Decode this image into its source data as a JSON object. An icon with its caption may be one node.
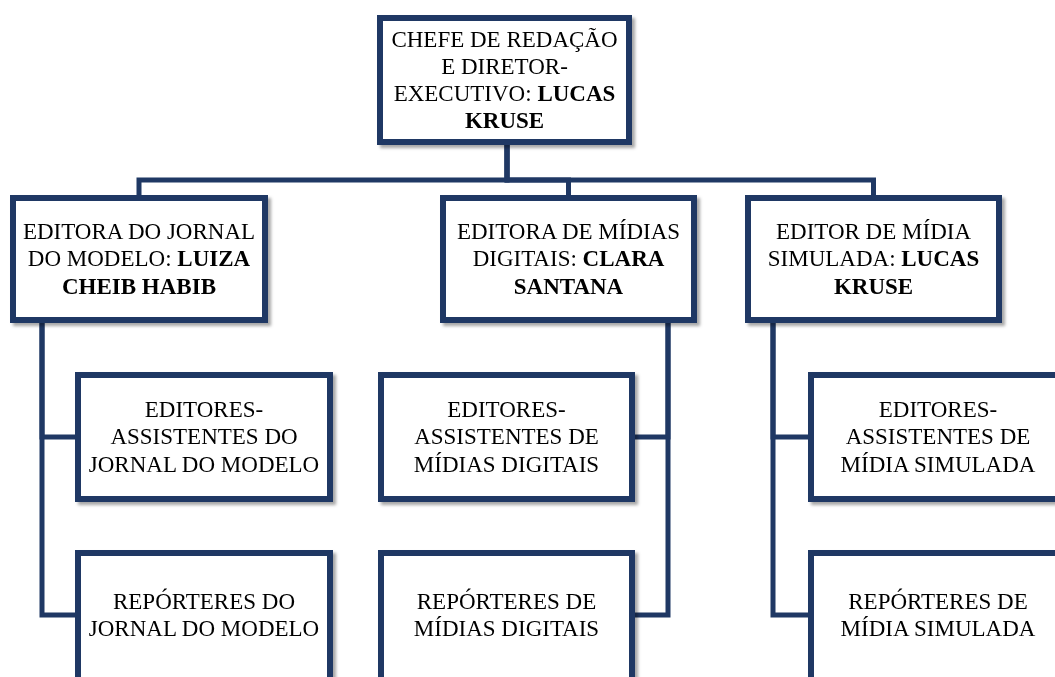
{
  "diagram": {
    "nodes": [
      {
        "text": [
          "CHEFE DE REDAÇÃO E DIRETOR-EXECUTIVO: **LUCAS KRUSE**"
        ]
      },
      {
        "text": [
          "EDITORA DO JORNAL DO MODELO: **LUIZA CHEIB HABIB**"
        ]
      },
      {
        "text": [
          "EDITORA DE MÍDIAS DIGITAIS: **CLARA SANTANA**"
        ]
      },
      {
        "text": [
          "EDITOR DE MÍDIA SIMULADA: **LUCAS KRUSE**"
        ]
      },
      {
        "text": [
          "EDITORES-ASSISTENTES DO JORNAL DO MODELO"
        ]
      },
      {
        "text": [
          "REPÓRTERES DO JORNAL DO MODELO"
        ]
      },
      {
        "text": [
          "EDITORES-ASSISTENTES DE MÍDIAS DIGITAIS"
        ]
      },
      {
        "text": [
          "REPÓRTERES DE MÍDIAS DIGITAIS"
        ]
      },
      {
        "text": [
          "EDITORES-ASSISTENTES DE MÍDIA SIMULADA"
        ]
      },
      {
        "text": [
          "REPÓRTERES DE MÍDIA SIMULADA"
        ]
      }
    ],
    "edges": [
      {
        "from": 0,
        "to": 1,
        "arrow": "none"
      },
      {
        "from": 0,
        "to": 2,
        "arrow": "none"
      },
      {
        "from": 0,
        "to": 3,
        "arrow": "none"
      },
      {
        "from": 1,
        "to": 4,
        "arrow": "none"
      },
      {
        "from": 1,
        "to": 5,
        "arrow": "none"
      },
      {
        "from": 2,
        "to": 6,
        "arrow": "none"
      },
      {
        "from": 2,
        "to": 7,
        "arrow": "none"
      },
      {
        "from": 3,
        "to": 8,
        "arrow": "none"
      },
      {
        "from": 3,
        "to": 9,
        "arrow": "none"
      }
    ]
  }
}
